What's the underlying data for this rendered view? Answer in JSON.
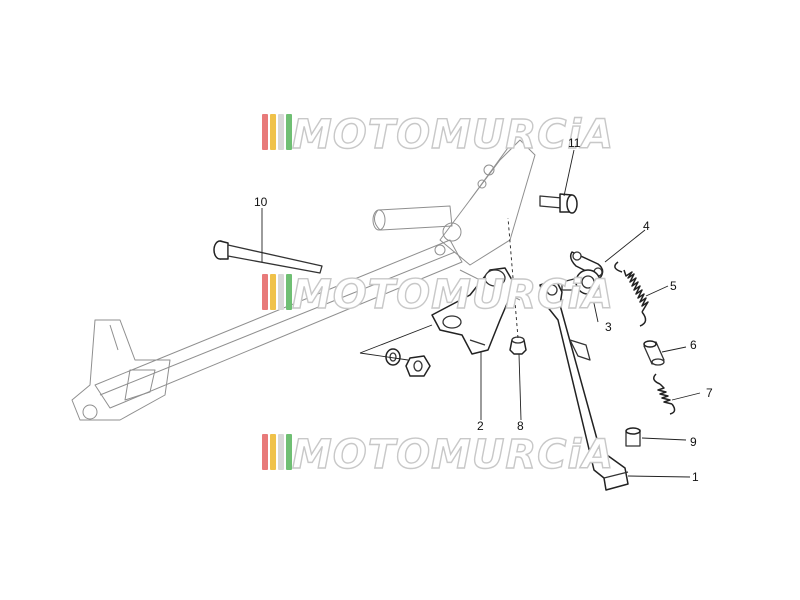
{
  "watermark": {
    "text": "MOTOMURCiA",
    "colors": [
      "#e87a7a",
      "#f0c24a",
      "#d8d8d8",
      "#6fbf73"
    ]
  },
  "callouts": {
    "c1": "1",
    "c2": "2",
    "c3": "3",
    "c4": "4",
    "c5": "5",
    "c6": "6",
    "c7": "7",
    "c8": "8",
    "c9": "9",
    "c10": "10",
    "c11": "11"
  },
  "icons": [
    "exploded-parts-diagram"
  ]
}
